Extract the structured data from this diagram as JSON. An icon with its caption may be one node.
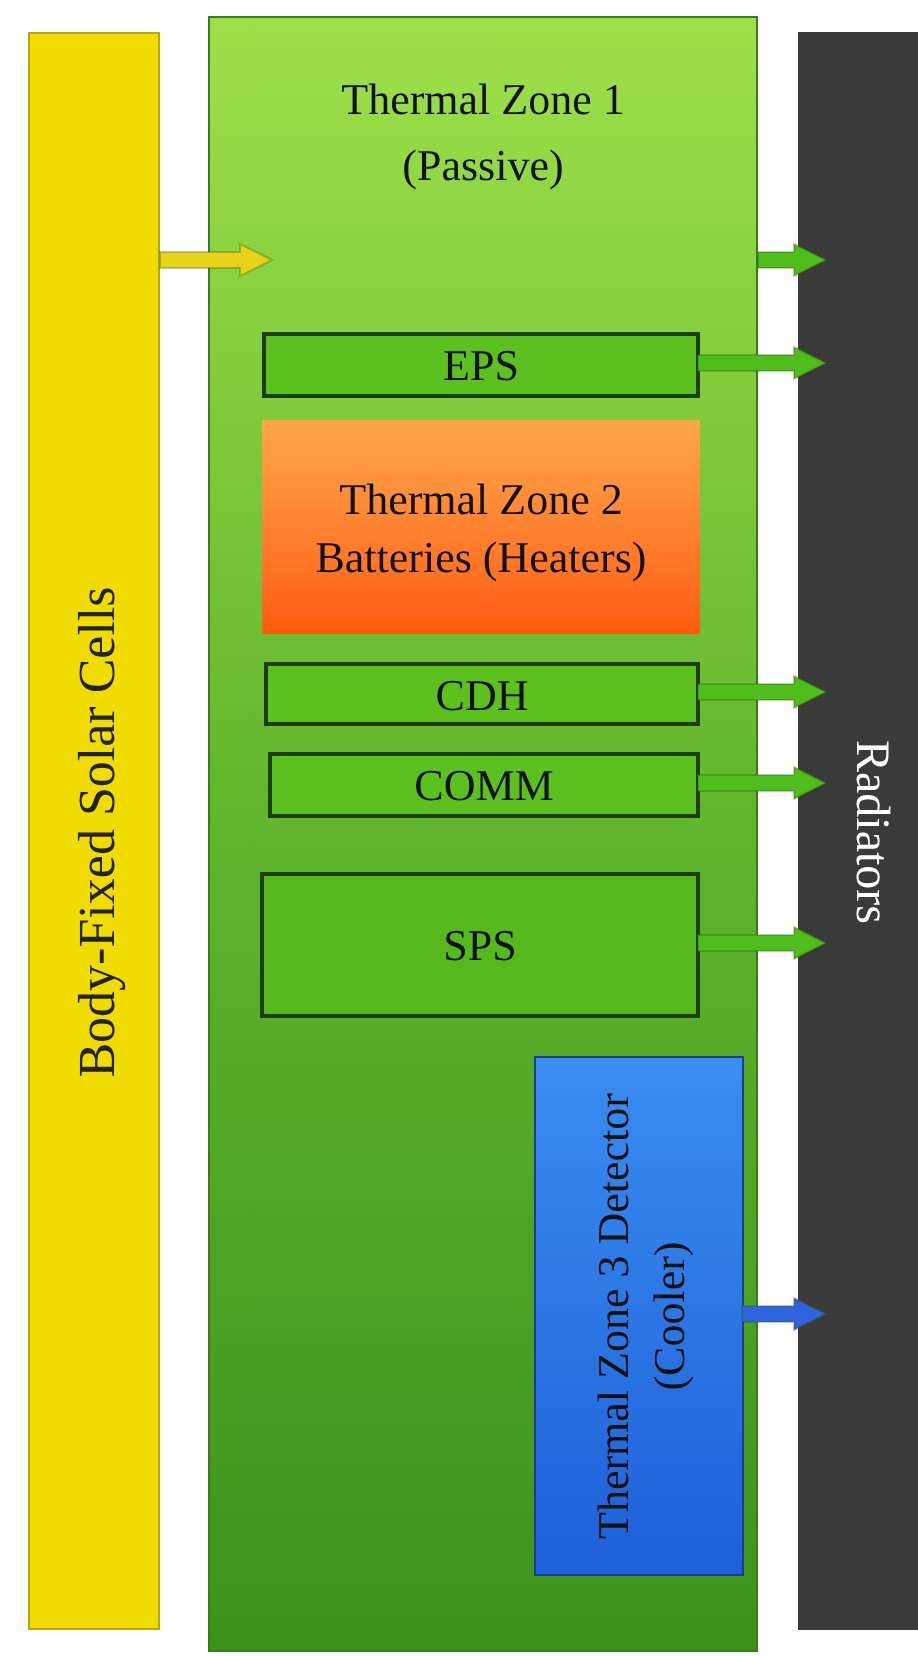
{
  "diagram": {
    "nodes": [
      {
        "text": [
          "Body-Fixed Solar Cells"
        ]
      },
      {
        "text": [
          "Thermal Zone 1 (Passive)"
        ]
      },
      {
        "text": [
          "EPS"
        ],
        "in": 1
      },
      {
        "text": [
          "Thermal Zone 2 Batteries (Heaters)"
        ],
        "in": 1
      },
      {
        "text": [
          "CDH"
        ],
        "in": 1
      },
      {
        "text": [
          "COMM"
        ],
        "in": 1
      },
      {
        "text": [
          "SPS"
        ],
        "in": 1
      },
      {
        "text": [
          "Thermal Zone 3 Detector (Cooler)"
        ],
        "in": 1
      },
      {
        "text": [
          "Radiators"
        ]
      }
    ],
    "edges": [
      {
        "from": 0,
        "to": 1,
        "arrow": "to",
        "color": "#e8d21a"
      },
      {
        "from": 1,
        "to": 8,
        "arrow": "to"
      },
      {
        "from": 2,
        "to": 8,
        "arrow": "to"
      },
      {
        "from": 4,
        "to": 8,
        "arrow": "to"
      },
      {
        "from": 5,
        "to": 8,
        "arrow": "to"
      },
      {
        "from": 6,
        "to": 8,
        "arrow": "to"
      },
      {
        "from": 7,
        "to": 8,
        "arrow": "to",
        "color": "#2f63e0"
      }
    ]
  }
}
